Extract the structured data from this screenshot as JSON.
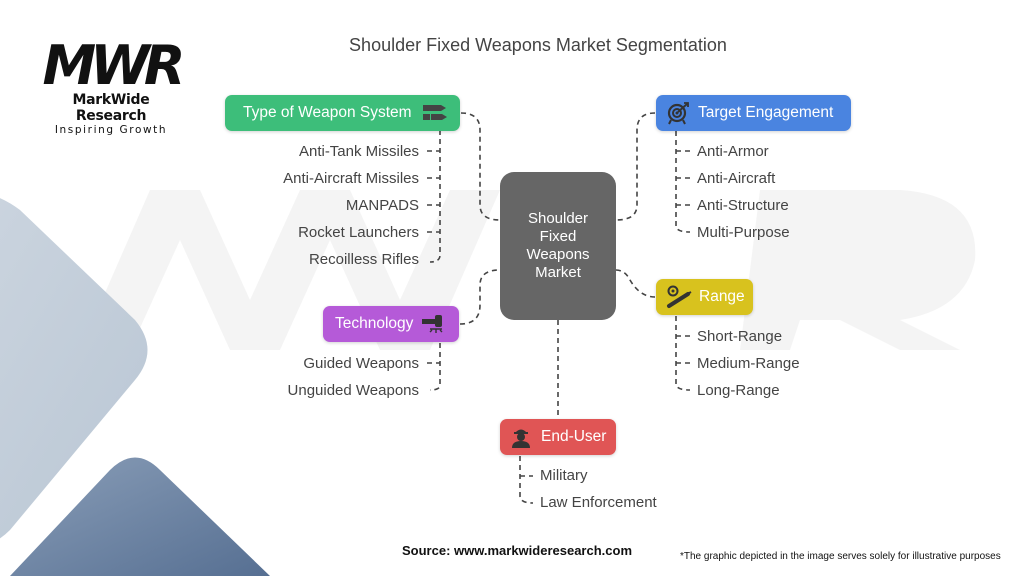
{
  "brand": {
    "logo_mark": "MWR",
    "name": "MarkWide Research",
    "tagline": "Inspiring Growth"
  },
  "title": "Shoulder Fixed Weapons Market Segmentation",
  "center_node": {
    "label": "Shoulder Fixed Weapons Market",
    "color": "#666666"
  },
  "segments": [
    {
      "label": "Type of Weapon System",
      "icon": "bullets-icon",
      "color": "#3DBE7A",
      "items": [
        "Anti-Tank Missiles",
        "Anti-Aircraft Missiles",
        "MANPADS",
        "Rocket Launchers",
        "Recoilless Rifles"
      ]
    },
    {
      "label": "Target Engagement",
      "icon": "target-icon",
      "color": "#4A84E0",
      "items": [
        "Anti-Armor",
        "Anti-Aircraft",
        "Anti-Structure",
        "Multi-Purpose"
      ]
    },
    {
      "label": "Technology",
      "icon": "rocket-launcher-icon",
      "color": "#B55AD8",
      "items": [
        "Guided Weapons",
        "Unguided Weapons"
      ]
    },
    {
      "label": "Range",
      "icon": "scope-rifle-icon",
      "color": "#D8C21E",
      "items": [
        "Short-Range",
        "Medium-Range",
        "Long-Range"
      ]
    },
    {
      "label": "End-User",
      "icon": "soldier-icon",
      "color": "#E05555",
      "items": [
        "Military",
        "Law Enforcement"
      ]
    }
  ],
  "footer": {
    "source": "Source: www.markwideresearch.com",
    "note": "*The graphic depicted in the image serves solely for illustrative purposes"
  }
}
